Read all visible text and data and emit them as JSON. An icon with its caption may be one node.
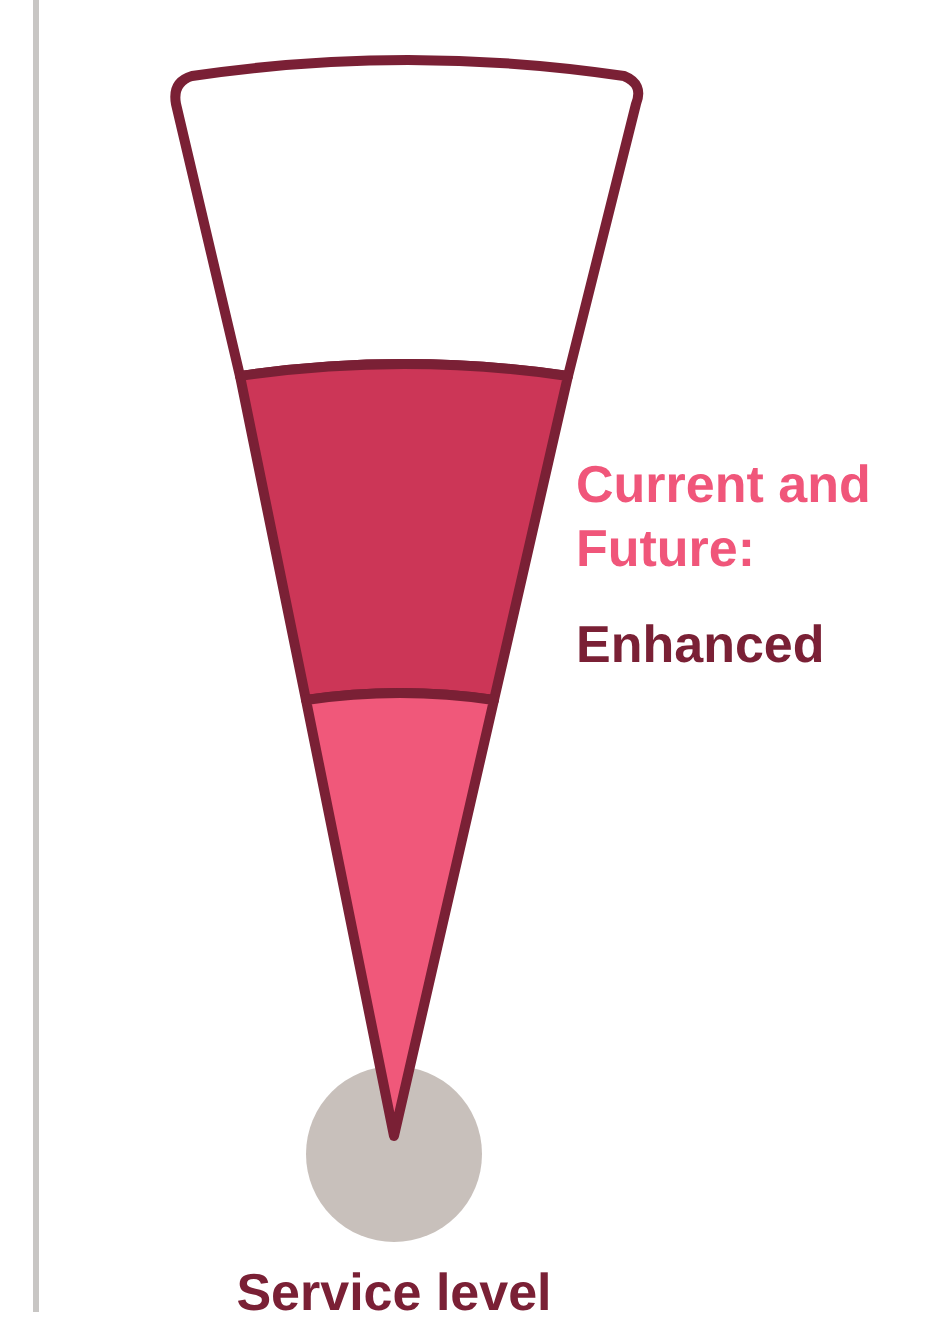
{
  "diagram": {
    "labels": [
      "Current and Future:",
      "Enhanced",
      "Service level"
    ]
  }
}
